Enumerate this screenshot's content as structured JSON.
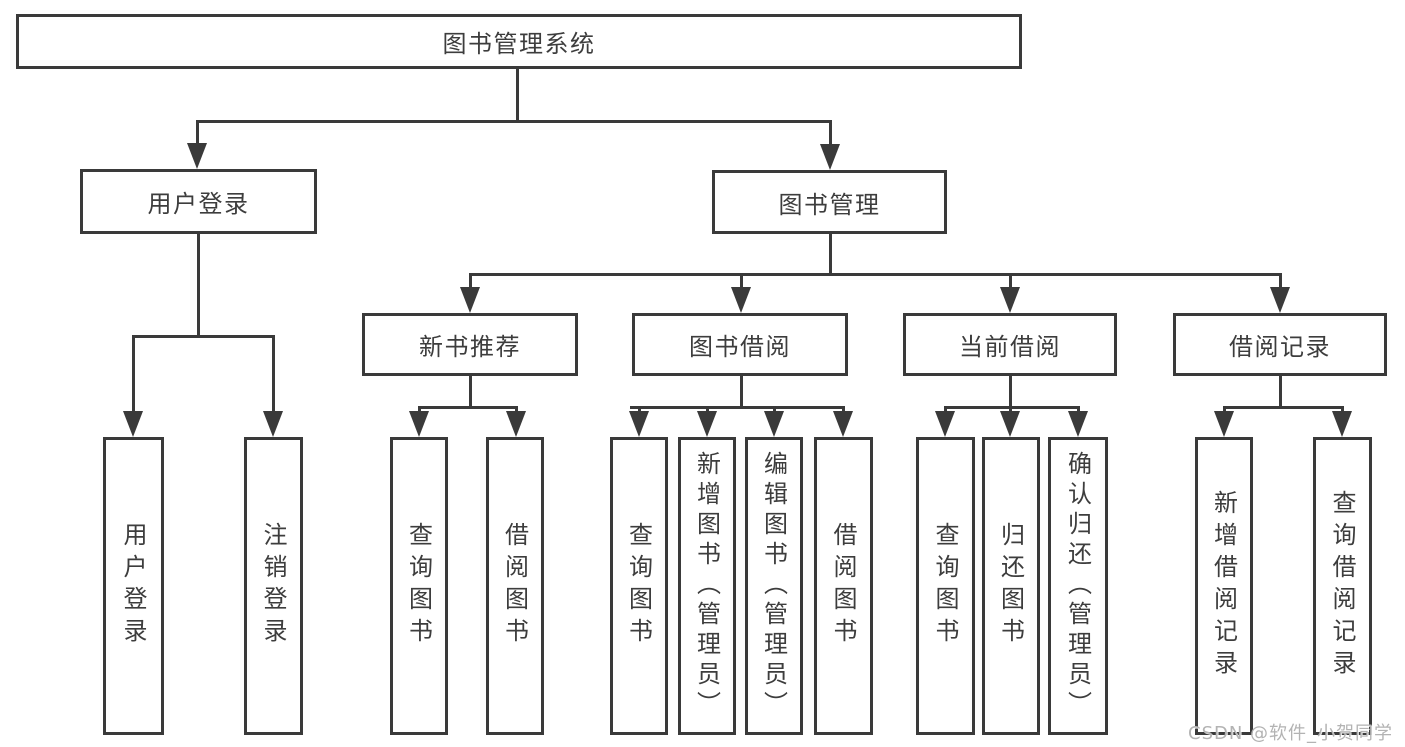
{
  "diagram": {
    "root": {
      "label": "图书管理系统",
      "children": [
        {
          "label": "用户登录",
          "children": [
            {
              "label": "用户登录"
            },
            {
              "label": "注销登录"
            }
          ]
        },
        {
          "label": "图书管理",
          "children": [
            {
              "label": "新书推荐",
              "children": [
                {
                  "label": "查询图书"
                },
                {
                  "label": "借阅图书"
                }
              ]
            },
            {
              "label": "图书借阅",
              "children": [
                {
                  "label": "查询图书"
                },
                {
                  "label": "新增图书（管理员）"
                },
                {
                  "label": "编辑图书（管理员）"
                },
                {
                  "label": "借阅图书"
                }
              ]
            },
            {
              "label": "当前借阅",
              "children": [
                {
                  "label": "查询图书"
                },
                {
                  "label": "归还图书"
                },
                {
                  "label": "确认归还（管理员）"
                }
              ]
            },
            {
              "label": "借阅记录",
              "children": [
                {
                  "label": "新增借阅记录"
                },
                {
                  "label": "查询借阅记录"
                }
              ]
            }
          ]
        }
      ]
    }
  },
  "watermark": {
    "text": "CSDN @软件_小贺同学"
  },
  "colors": {
    "line": "#3a3a3a",
    "text": "#3d3d3d",
    "background": "#ffffff",
    "watermark": "#b3b3b3"
  }
}
